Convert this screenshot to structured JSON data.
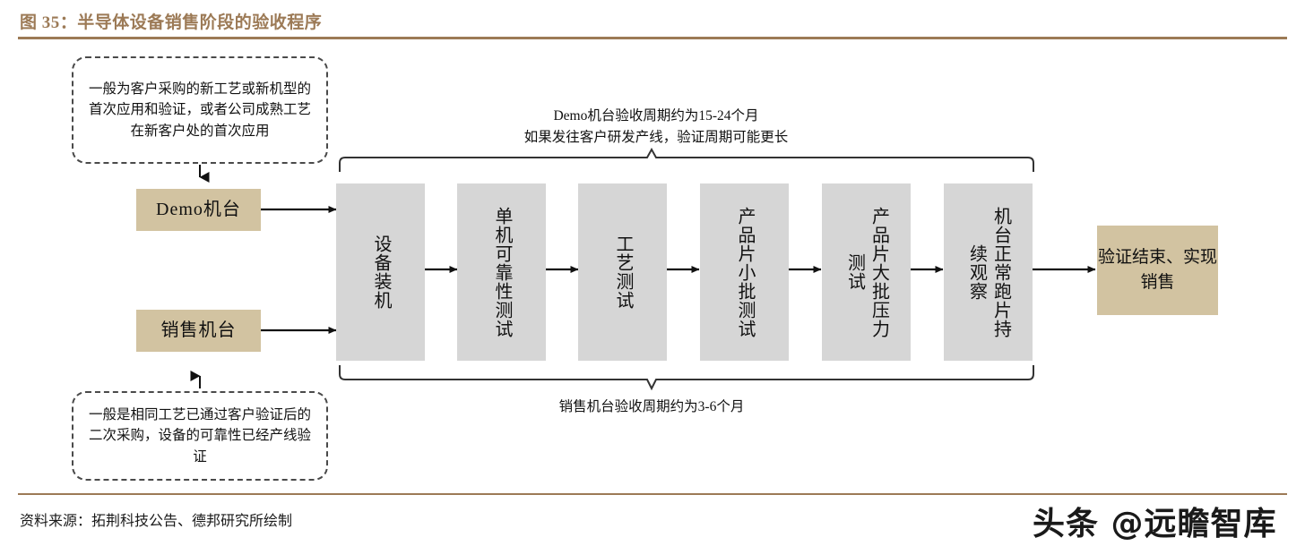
{
  "header": {
    "title": "图 35：半导体设备销售阶段的验收程序",
    "accent_color": "#9c7a56"
  },
  "notes": {
    "demo_note": "一般为客户采购的新工艺或新机型的首次应用和验证，或者公司成熟工艺在新客户处的首次应用",
    "sales_note": "一般是相同工艺已通过客户验证后的二次采购，设备的可靠性已经产线验证"
  },
  "captions": {
    "top_line1": "Demo机台验收周期约为15-24个月",
    "top_line2": "如果发往客户研发产线，验证周期可能更长",
    "bottom": "销售机台验收周期约为3-6个月"
  },
  "inputs": [
    {
      "label": "Demo机台",
      "color": "#d2c3a1"
    },
    {
      "label": "销售机台",
      "color": "#d2c3a1"
    }
  ],
  "process_steps": [
    {
      "label": "设备装机"
    },
    {
      "label": "单机可靠性测试"
    },
    {
      "label": "工艺测试"
    },
    {
      "label": "产品片小批测试"
    },
    {
      "label": "产品片大批压力测试"
    },
    {
      "label": "机台正常跑片持续观察"
    }
  ],
  "outcome": {
    "label": "验证结束、实现销售",
    "color": "#d2c3a1"
  },
  "footer": {
    "source": "资料来源：拓荆科技公告、德邦研究所绘制",
    "watermark": "头条 @远瞻智库"
  },
  "colors": {
    "tan": "#d2c3a1",
    "gray": "#d6d6d6",
    "line": "#1a1a1a",
    "accent": "#9c7a56"
  }
}
